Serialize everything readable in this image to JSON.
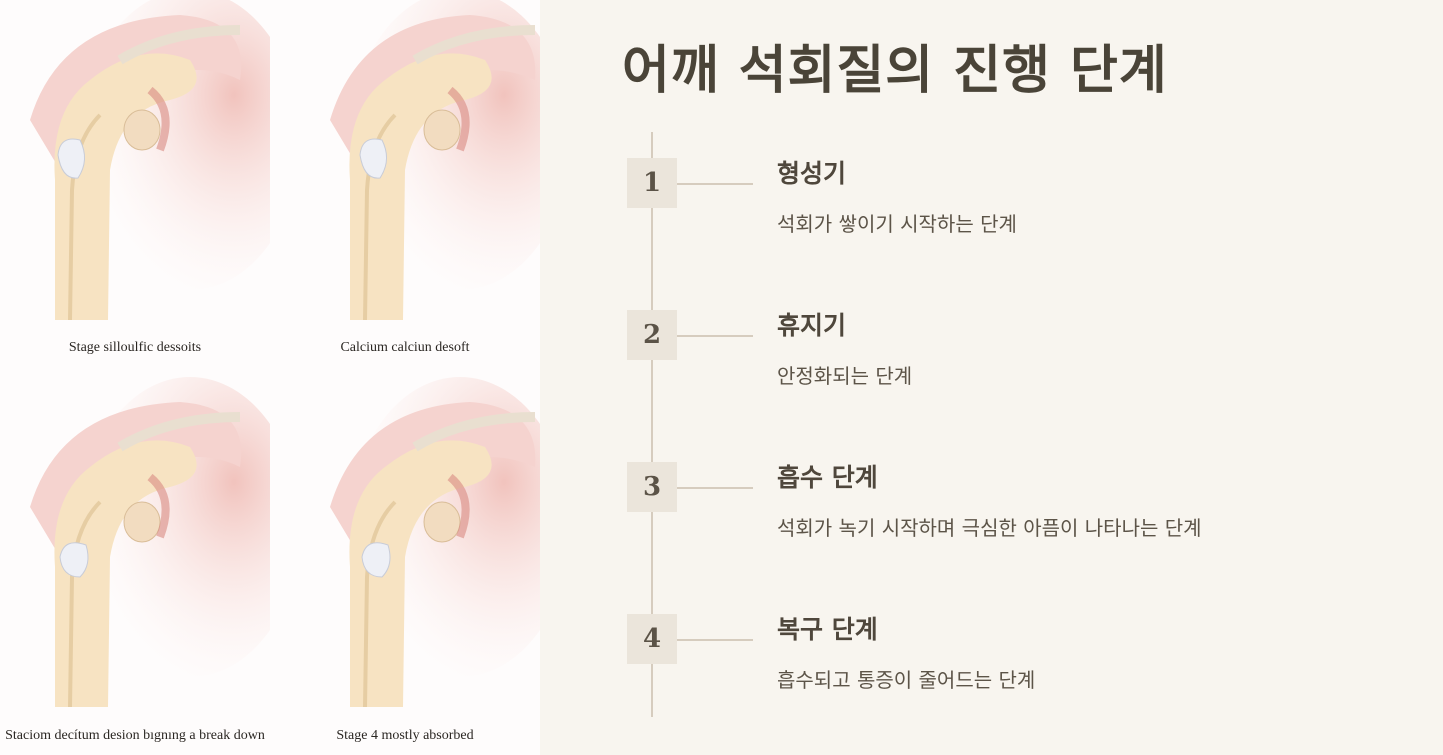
{
  "illustration": {
    "captions": [
      "Stage silloulfic dessoits",
      "Calcium calciun desoft",
      "Staciom decítum desion bıgnıng a break down",
      "Stage 4 mostly absorbed"
    ]
  },
  "title": "어깨 석회질의 진행 단계",
  "steps": [
    {
      "number": "1",
      "title": "형성기",
      "description": "석회가 쌓이기 시작하는 단계"
    },
    {
      "number": "2",
      "title": "휴지기",
      "description": "안정화되는 단계"
    },
    {
      "number": "3",
      "title": "흡수 단계",
      "description": "석회가 녹기 시작하며 극심한 아픔이 나타나는 단계"
    },
    {
      "number": "4",
      "title": "복구 단계",
      "description": "흡수되고 통증이 줄어드는 단계"
    }
  ]
}
